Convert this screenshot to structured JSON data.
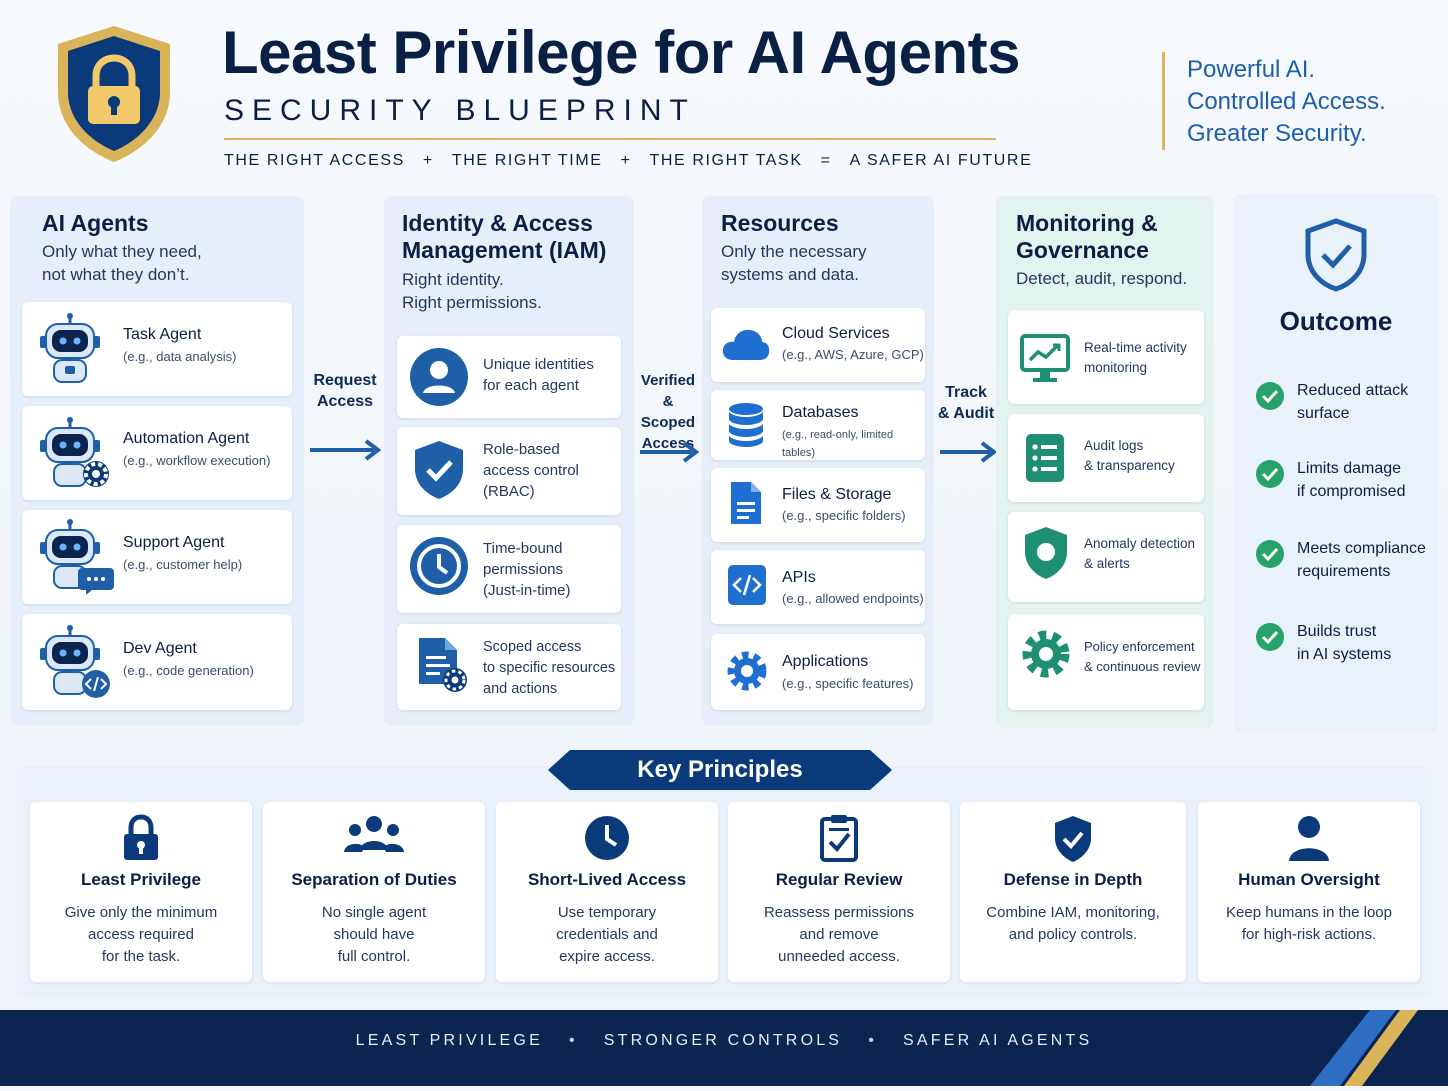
{
  "header": {
    "title": "Least Privilege for AI Agents",
    "subtitle": "SECURITY BLUEPRINT",
    "equation": [
      "THE RIGHT ACCESS",
      "+",
      "THE RIGHT TIME",
      "+",
      "THE RIGHT TASK",
      "=",
      "A SAFER AI FUTURE"
    ],
    "tagline": [
      "Powerful AI.",
      "Controlled Access.",
      "Greater Security."
    ]
  },
  "colors": {
    "navy": "#0b2450",
    "blue": "#1e5fa8",
    "gold": "#d9b45a",
    "teal": "#1f8f73",
    "green": "#27a36a"
  },
  "agents": {
    "title": "AI Agents",
    "subtitle": [
      "Only what they need,",
      "not what they don’t."
    ],
    "items": [
      {
        "name": "Task Agent",
        "desc": "(e.g., data analysis)",
        "icon": "robot-icon"
      },
      {
        "name": "Automation Agent",
        "desc": "(e.g., workflow execution)",
        "icon": "robot-gear-icon"
      },
      {
        "name": "Support Agent",
        "desc": "(e.g., customer help)",
        "icon": "robot-chat-icon"
      },
      {
        "name": "Dev Agent",
        "desc": "(e.g., code generation)",
        "icon": "robot-code-icon"
      }
    ]
  },
  "flow": {
    "request": [
      "Request",
      "Access"
    ],
    "verified": [
      "Verified",
      "& Scoped",
      "Access"
    ],
    "track": [
      "Track",
      "& Audit"
    ]
  },
  "iam": {
    "title": [
      "Identity & Access",
      "Management (IAM)"
    ],
    "subtitle": [
      "Right identity.",
      "Right permissions."
    ],
    "items": [
      {
        "lines": [
          "Unique identities",
          "for each agent"
        ],
        "icon": "user-icon"
      },
      {
        "lines": [
          "Role-based",
          "access control",
          "(RBAC)"
        ],
        "icon": "shield-check-icon"
      },
      {
        "lines": [
          "Time-bound",
          "permissions",
          "(Just-in-time)"
        ],
        "icon": "clock-icon"
      },
      {
        "lines": [
          "Scoped access",
          "to specific resources",
          "and actions"
        ],
        "icon": "document-gear-icon"
      }
    ]
  },
  "resources": {
    "title": "Resources",
    "subtitle": [
      "Only the necessary",
      "systems and data."
    ],
    "items": [
      {
        "name": "Cloud Services",
        "desc": "(e.g., AWS, Azure, GCP)",
        "icon": "cloud-icon"
      },
      {
        "name": "Databases",
        "desc": "(e.g., read-only, limited tables)",
        "icon": "database-icon"
      },
      {
        "name": "Files & Storage",
        "desc": "(e.g., specific folders)",
        "icon": "file-icon"
      },
      {
        "name": "APIs",
        "desc": "(e.g., allowed endpoints)",
        "icon": "code-icon"
      },
      {
        "name": "Applications",
        "desc": "(e.g., specific features)",
        "icon": "gear-icon"
      }
    ]
  },
  "monitoring": {
    "title": [
      "Monitoring &",
      "Governance"
    ],
    "subtitle": "Detect, audit, respond.",
    "items": [
      {
        "lines": [
          "Real-time activity",
          "monitoring"
        ],
        "icon": "monitor-chart-icon"
      },
      {
        "lines": [
          "Audit logs",
          "& transparency"
        ],
        "icon": "checklist-icon"
      },
      {
        "lines": [
          "Anomaly detection",
          "& alerts"
        ],
        "icon": "shield-icon"
      },
      {
        "lines": [
          "Policy enforcement",
          "& continuous review"
        ],
        "icon": "gear-icon"
      }
    ]
  },
  "outcome": {
    "title": "Outcome",
    "items": [
      [
        "Reduced attack",
        "surface"
      ],
      [
        "Limits damage",
        "if compromised"
      ],
      [
        "Meets compliance",
        "requirements"
      ],
      [
        "Builds trust",
        "in AI systems"
      ]
    ]
  },
  "principles": {
    "title": "Key Principles",
    "items": [
      {
        "title": "Least Privilege",
        "lines": [
          "Give only the minimum",
          "access required",
          "for the task."
        ],
        "icon": "lock-icon"
      },
      {
        "title": "Separation of Duties",
        "lines": [
          "No single agent",
          "should have",
          "full control."
        ],
        "icon": "group-icon"
      },
      {
        "title": "Short-Lived Access",
        "lines": [
          "Use temporary",
          "credentials and",
          "expire access."
        ],
        "icon": "clock-icon"
      },
      {
        "title": "Regular Review",
        "lines": [
          "Reassess permissions",
          "and remove",
          "unneeded access."
        ],
        "icon": "clipboard-check-icon"
      },
      {
        "title": "Defense in Depth",
        "lines": [
          "Combine IAM, monitoring,",
          "and policy controls."
        ],
        "icon": "shield-check-icon"
      },
      {
        "title": "Human Oversight",
        "lines": [
          "Keep humans in the loop",
          "for high-risk actions."
        ],
        "icon": "person-icon"
      }
    ]
  },
  "footer": [
    "LEAST PRIVILEGE",
    "•",
    "STRONGER CONTROLS",
    "•",
    "SAFER AI AGENTS"
  ]
}
